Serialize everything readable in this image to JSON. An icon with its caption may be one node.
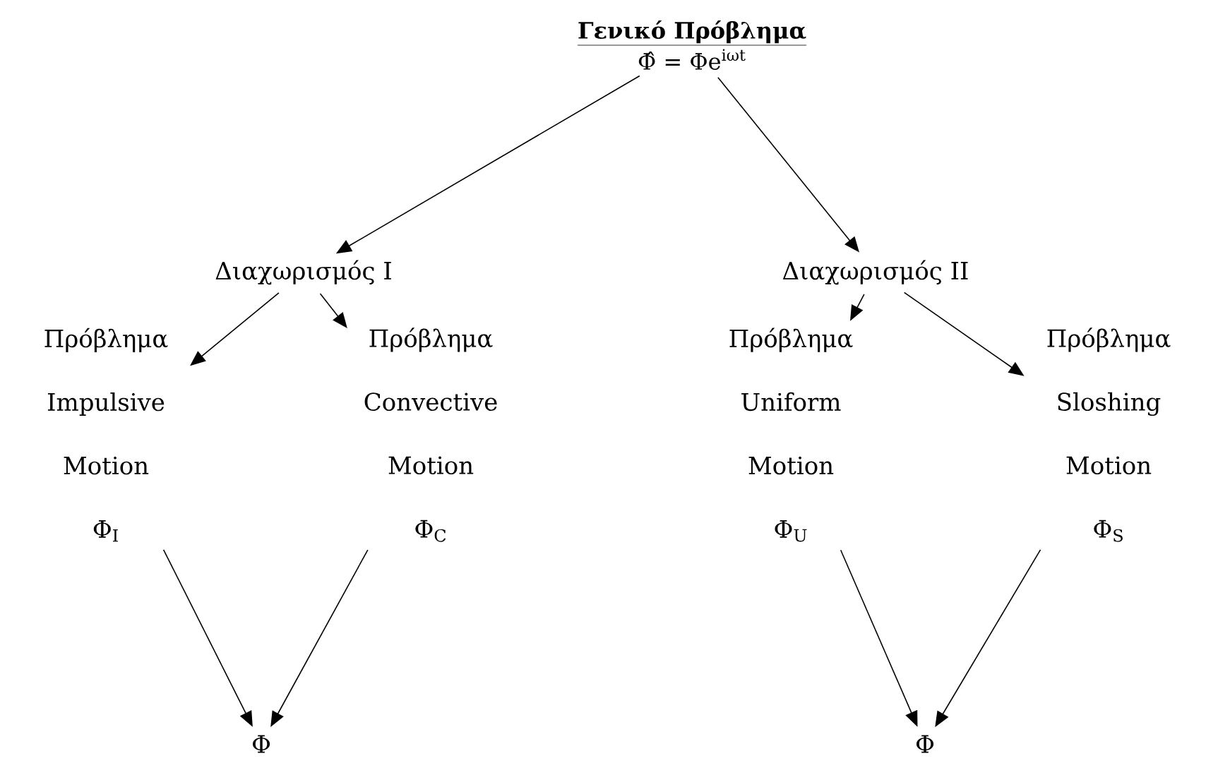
{
  "diagram": {
    "nodes": [
      {
        "text": [
          "Γενικό Πρόβλημα",
          "Φ̂ = Φe$^{iωt}$"
        ]
      },
      {
        "text": [
          "Διαχωρισμός I"
        ]
      },
      {
        "text": [
          "Διαχωρισμός II"
        ]
      },
      {
        "text": [
          "Πρόβλημα Impulsive Motion",
          "Φ$_{I}$"
        ]
      },
      {
        "text": [
          "Πρόβλημα Convective Motion",
          "Φ$_{C}$"
        ]
      },
      {
        "text": [
          "Πρόβλημα Uniform Motion",
          "Φ$_{U}$"
        ]
      },
      {
        "text": [
          "Πρόβλημα Sloshing Motion",
          "Φ$_{S}$"
        ]
      },
      {
        "text": [
          "Φ"
        ]
      },
      {
        "text": [
          "Φ"
        ]
      }
    ],
    "edges": [
      {
        "from": 0,
        "to": 1,
        "arrow": "to"
      },
      {
        "from": 0,
        "to": 2,
        "arrow": "to"
      },
      {
        "from": 1,
        "to": 3,
        "arrow": "to"
      },
      {
        "from": 1,
        "to": 4,
        "arrow": "to"
      },
      {
        "from": 2,
        "to": 5,
        "arrow": "to"
      },
      {
        "from": 2,
        "to": 6,
        "arrow": "to"
      },
      {
        "from": 3,
        "to": 7,
        "arrow": "to"
      },
      {
        "from": 4,
        "to": 7,
        "arrow": "to"
      },
      {
        "from": 5,
        "to": 8,
        "arrow": "to"
      },
      {
        "from": 6,
        "to": 8,
        "arrow": "to"
      }
    ]
  }
}
